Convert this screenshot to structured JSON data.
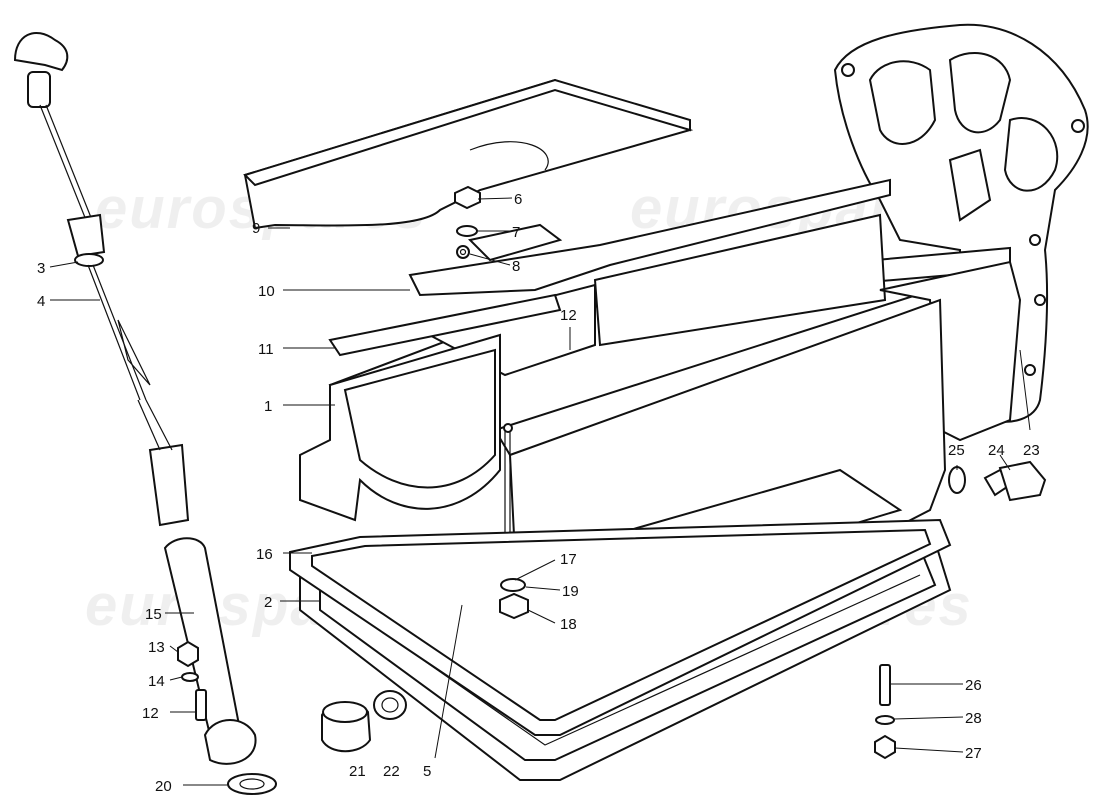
{
  "watermark": {
    "text": "eurospares"
  },
  "callouts": [
    "1",
    "2",
    "3",
    "4",
    "5",
    "6",
    "7",
    "8",
    "9",
    "10",
    "11",
    "12",
    "12",
    "13",
    "14",
    "15",
    "16",
    "17",
    "18",
    "19",
    "20",
    "21",
    "22",
    "23",
    "24",
    "25",
    "26",
    "27",
    "28"
  ]
}
